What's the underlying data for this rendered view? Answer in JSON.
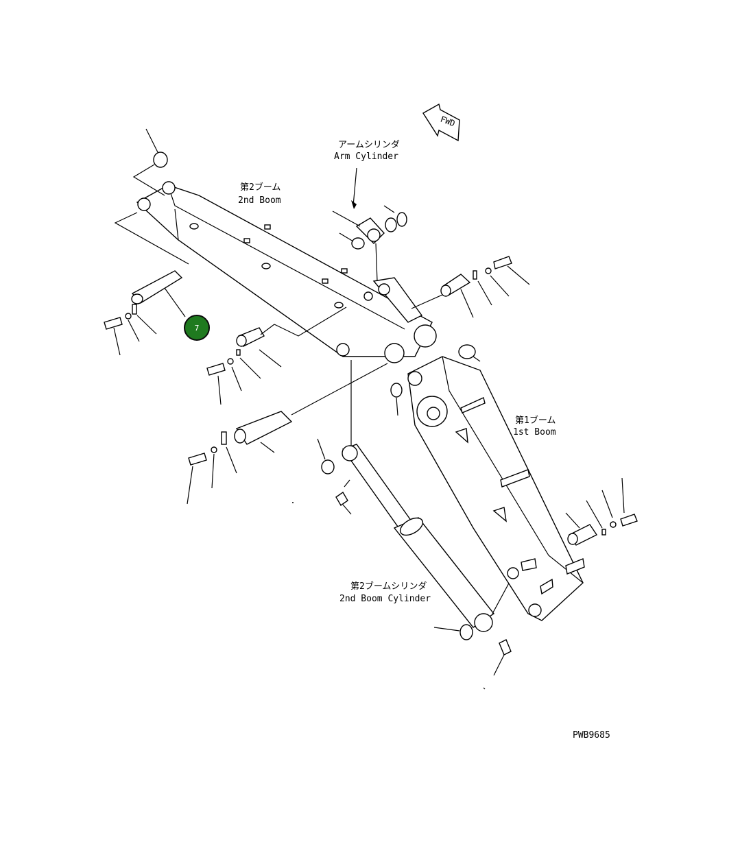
{
  "labels": {
    "arm_cylinder_jp": "アームシリンダ",
    "arm_cylinder_en": "Arm Cylinder",
    "second_boom_jp": "第2ブーム",
    "second_boom_en": "2nd Boom",
    "first_boom_jp": "第1ブーム",
    "first_boom_en": "1st Boom",
    "second_boom_cylinder_jp": "第2ブームシリンダ",
    "second_boom_cylinder_en": "2nd Boom Cylinder",
    "fwd": "FWD",
    "drawing_id": "PWB9685"
  },
  "callouts": [
    {
      "number": "7"
    }
  ]
}
